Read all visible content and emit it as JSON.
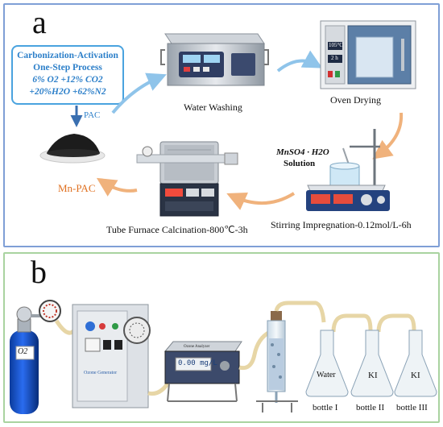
{
  "panel_a": {
    "letter": "a",
    "process": {
      "title_line1": "Carbonization-Activation",
      "title_line2": "One-Step Process",
      "recipe_line1": "6% O2 +12% CO2",
      "recipe_line2": "+20%H2O +62%N2"
    },
    "pac_label": "PAC",
    "mnpac_label": "Mn-PAC",
    "water_washing": "Water Washing",
    "oven_drying": "Oven Drying",
    "oven_display_temp": "105°C",
    "oven_display_time": "2 h",
    "solution_line1": "MnSO4 · H2O",
    "solution_line2": "Solution",
    "stirring": "Stirring Impregnation-0.12mol/L-6h",
    "furnace": "Tube Furnace Calcination-800℃-3h",
    "colors": {
      "blue_arrow": "#8fc4ea",
      "orange_arrow": "#f0b27c",
      "process_blue": "#2c7fc9",
      "mnpac_orange": "#e07020"
    }
  },
  "panel_b": {
    "letter": "b",
    "cylinder_label": "O2",
    "ozone_generator_label": "Ozone Generator",
    "analyzer_title": "Ozone Analyzer",
    "analyzer_reading": "0.00 mg/L",
    "bottles": [
      {
        "content": "Water",
        "name": "bottle I"
      },
      {
        "content": "KI",
        "name": "bottle II"
      },
      {
        "content": "KI",
        "name": "bottle III"
      }
    ]
  }
}
